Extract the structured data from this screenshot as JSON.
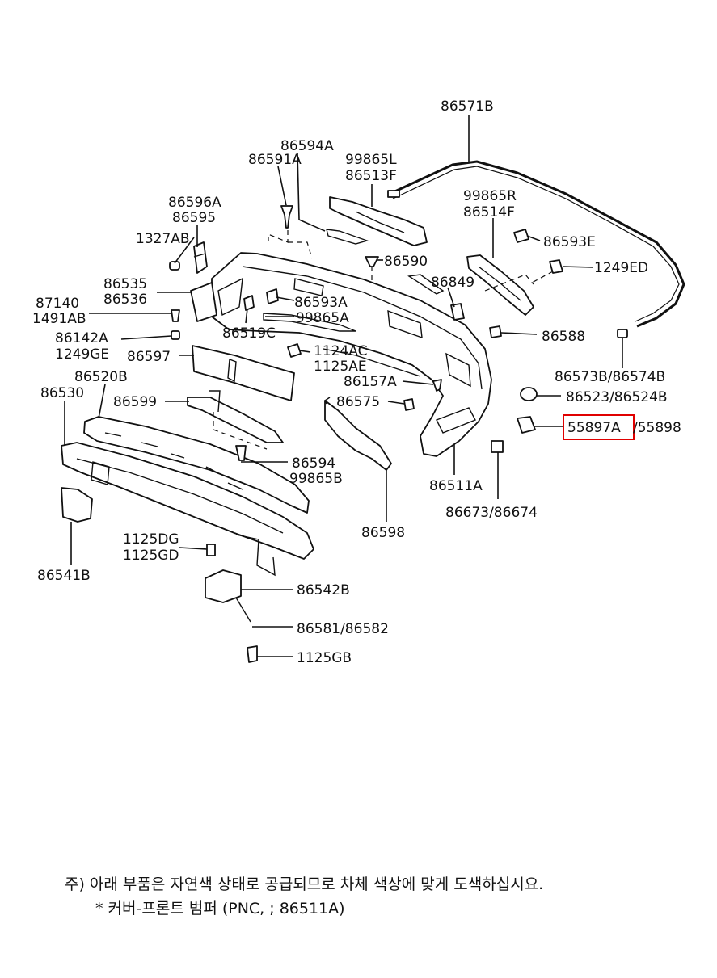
{
  "labels": {
    "l_86571B": "86571B",
    "l_86594A": "86594A",
    "l_86591A": "86591A",
    "l_99865L": "99865L",
    "l_86513F": "86513F",
    "l_99865R": "99865R",
    "l_86514F": "86514F",
    "l_86596A": "86596A",
    "l_86595": "86595",
    "l_1327AB": "1327AB",
    "l_86593E": "86593E",
    "l_86590": "86590",
    "l_1249ED": "1249ED",
    "l_86535": "86535",
    "l_86536": "86536",
    "l_86849": "86849",
    "l_87140": "87140",
    "l_1491AB": "1491AB",
    "l_86593A": "86593A",
    "l_99865A": "99865A",
    "l_86519C": "86519C",
    "l_86142A": "86142A",
    "l_1249GE": "1249GE",
    "l_86588": "86588",
    "l_86597": "86597",
    "l_1124AC": "1124AC",
    "l_1125AE": "1125AE",
    "l_86520B": "86520B",
    "l_86157A": "86157A",
    "l_86573B": "86573B/86574B",
    "l_86530": "86530",
    "l_86599": "86599",
    "l_86575": "86575",
    "l_86523": "86523/86524B",
    "l_55898": "/55898",
    "l_86594": "86594",
    "l_99865B": "99865B",
    "l_86511A": "86511A",
    "l_86673": "86673/86674",
    "l_86598": "86598",
    "l_1125DG": "1125DG",
    "l_1125GD": "1125GD",
    "l_86541B": "86541B",
    "l_86542B": "86542B",
    "l_86581": "86581/86582",
    "l_1125GB": "1125GB"
  },
  "highlighted": {
    "label": "55897A",
    "color": "#e00000"
  },
  "notes": {
    "line1": "주) 아래 부품은 자연색 상태로 공급되므로 차체 색상에 맞게 도색하십시요.",
    "line2": "* 커버-프론트 범퍼 (PNC, ; 86511A)"
  }
}
